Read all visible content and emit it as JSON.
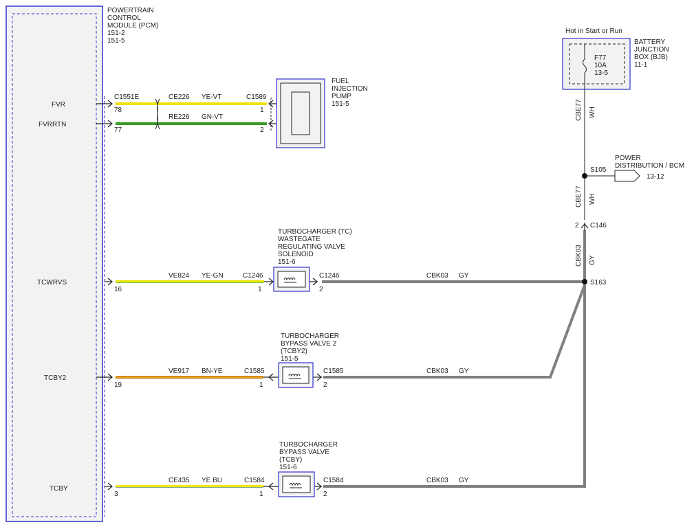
{
  "pcm": {
    "title_lines": [
      "POWERTRAIN",
      "CONTROL",
      "MODULE (PCM)",
      "151-2",
      "151-5"
    ],
    "signals": {
      "fvr": "FVR",
      "fvrrtn": "FVRRTN",
      "tcwrvs": "TCWRVS",
      "tcby2": "TCBY2",
      "tcby": "TCBY"
    },
    "connector": "C1551E"
  },
  "circuits": {
    "fvr": {
      "circuit": "CE226",
      "color": "YE-VT",
      "pin_pcm": "78",
      "connector": "C1589",
      "pin_dev": "1"
    },
    "fvrrtn": {
      "circuit": "RE226",
      "color": "GN-VT",
      "pin_pcm": "77",
      "pin_dev": "2"
    },
    "tcwrvs": {
      "circuit": "VE824",
      "color": "YE-GN",
      "pin_pcm": "16",
      "connector": "C1246",
      "pin_dev": "1"
    },
    "tcby2": {
      "circuit": "VE917",
      "color": "BN-YE",
      "pin_pcm": "19",
      "connector": "C1585",
      "pin_dev": "1"
    },
    "tcby": {
      "circuit": "CE435",
      "color": "YE BU",
      "pin_pcm": "3",
      "connector": "C1584",
      "pin_dev": "1"
    }
  },
  "devices": {
    "fuel_pump": {
      "lines": [
        "FUEL",
        "INJECTION",
        "PUMP",
        "151-5"
      ]
    },
    "wastegate": {
      "lines": [
        "TURBOCHARGER (TC)",
        "WASTEGATE",
        "REGULATING VALVE",
        "SOLENOID",
        "151-6"
      ],
      "connector": "C1246",
      "pin": "2"
    },
    "bypass2": {
      "lines": [
        "TURBOCHARGER",
        "BYPASS VALVE 2",
        "(TCBY2)",
        "151-5"
      ],
      "connector": "C1585",
      "pin": "2"
    },
    "bypass": {
      "lines": [
        "TURBOCHARGER",
        "BYPASS VALVE",
        "(TCBY)",
        "151-6"
      ],
      "connector": "C1584",
      "pin": "2"
    }
  },
  "ground_wire": {
    "circuit": "CBK03",
    "color": "GY"
  },
  "bjb": {
    "hot_label": "Hot in Start or Run",
    "title_lines": [
      "BATTERY",
      "JUNCTION",
      "BOX (BJB)",
      "11-1"
    ],
    "fuse": "F77",
    "rating": "10A",
    "ref": "13-5"
  },
  "feed": {
    "circuit": "CBE77",
    "color": "WH",
    "splice": "S105",
    "dest_lines": [
      "POWER",
      "DISTRIBUTION / BCM"
    ],
    "dest_ref": "13-12",
    "connector": "C146",
    "pin": "2",
    "splice2": "S163"
  },
  "colors": {
    "yellow": "#f2e600",
    "green": "#3a9a2a",
    "orange_brown": "#c9681e",
    "gray": "#808080",
    "blue": "#3333cc"
  }
}
